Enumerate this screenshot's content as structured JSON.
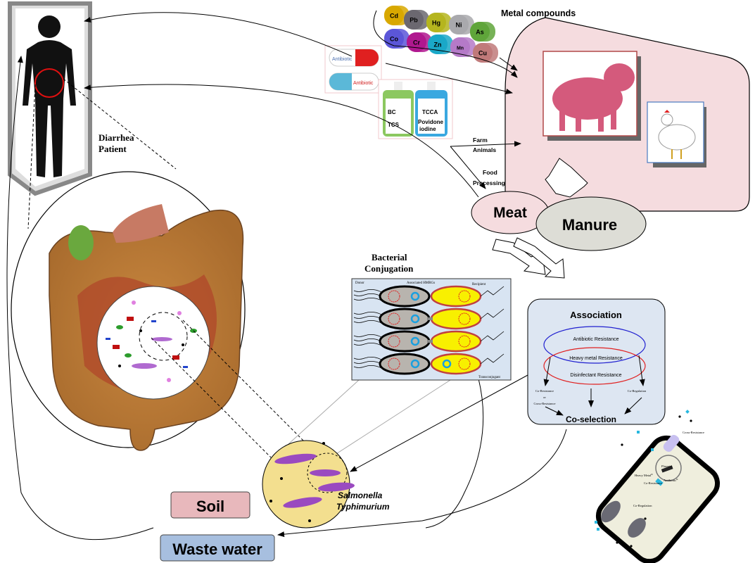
{
  "patient": {
    "label_line1": "Diarrhea",
    "label_line2": "Patient"
  },
  "metals": {
    "title": "Metal compounds",
    "items": [
      {
        "symbol": "Cd",
        "color": "#d8a800"
      },
      {
        "symbol": "Pb",
        "color": "#6b6870"
      },
      {
        "symbol": "Hg",
        "color": "#b5b51e"
      },
      {
        "symbol": "Ni",
        "color": "#a9a9ad"
      },
      {
        "symbol": "As",
        "color": "#5fa53a"
      },
      {
        "symbol": "Co",
        "color": "#5b56d8"
      },
      {
        "symbol": "Cr",
        "color": "#b0188f"
      },
      {
        "symbol": "Zn",
        "color": "#1aa8c8"
      },
      {
        "symbol": "Mn",
        "color": "#b57ac8"
      },
      {
        "symbol": "Cu",
        "color": "#c07a7a"
      }
    ]
  },
  "antibiotics": {
    "pill1": "Antibiotic",
    "pill2": "Antibiotic"
  },
  "disinfectants": {
    "bottle1_line1": "BC",
    "bottle1_line2": "TCS",
    "bottle2_line1": "TCCA",
    "bottle2_line2": "Povidone",
    "bottle2_line3": "iodine"
  },
  "farm": {
    "farm_animals_1": "Farm",
    "farm_animals_2": "Animals",
    "food_processing_1": "Food",
    "food_processing_2": "Processing",
    "meat": "Meat",
    "manure": "Manure"
  },
  "conjugation": {
    "title_1": "Bacterial",
    "title_2": "Conjugation",
    "donor": "Donor",
    "genes": "Associated HMRGs",
    "recipient": "Recipient",
    "transconjugant": "Transconjugant"
  },
  "association": {
    "title": "Association",
    "antibiotic": "Antibiotic Resistance",
    "heavy_metal": "Heavy metal Resistance",
    "disinfectant": "Disinfectant Resistance",
    "co_resistance_1": "Co-Resistance",
    "co_resistance_2": "or",
    "co_resistance_3": "Cross-Resistance",
    "co_regulation": "Co-Regulation",
    "co_selection": "Co-selection"
  },
  "salmonella": {
    "line1": "Salmonella",
    "line2": "Typhimurium"
  },
  "environment": {
    "soil": "Soil",
    "waste_water": "Waste water"
  },
  "cell": {
    "cross_resistance": "Cross-Resistance",
    "plasmid": "Plasmid",
    "heavy_metal": "Heavy Metal",
    "antibiotic": "Antibiotic",
    "superscript": "R",
    "co_resistance": "Co-Resistance",
    "co_regulation": "Co-Regulation"
  },
  "colors": {
    "pink_box": "#f5dcdf",
    "assoc_box": "#dde6f2",
    "soil": "#e8b8bc",
    "waste_water": "#a7bfdf",
    "salmonella_bg": "#f3df8f"
  }
}
